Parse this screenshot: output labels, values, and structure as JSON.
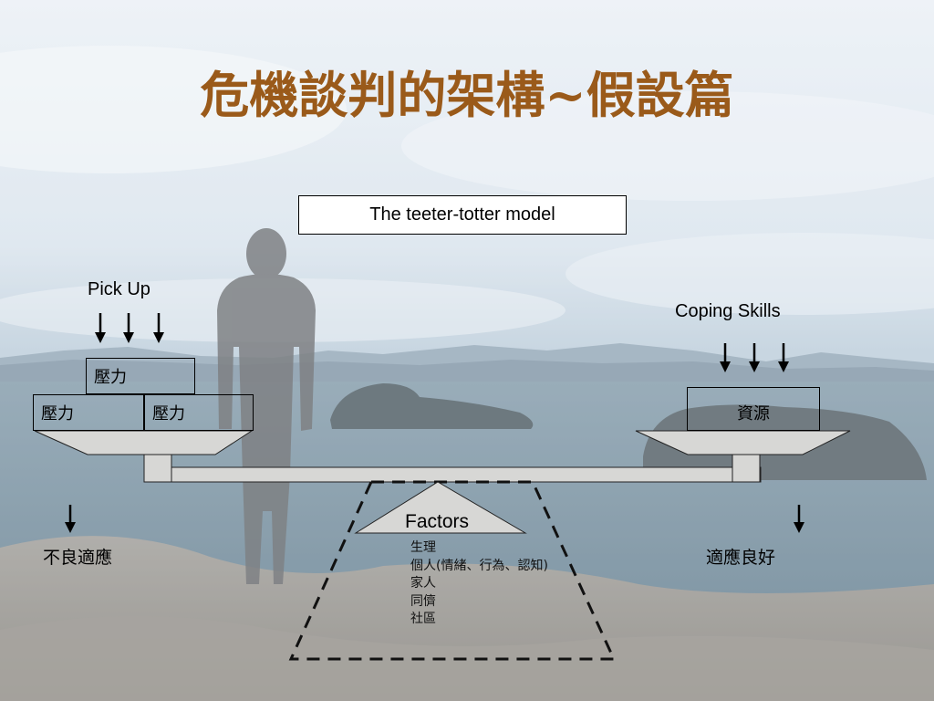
{
  "title": "危機談判的架構~假設篇",
  "model_label": "The teeter-totter model",
  "left": {
    "label": "Pick Up",
    "weights": [
      "壓力",
      "壓力",
      "壓力"
    ],
    "outcome": "不良適應"
  },
  "right": {
    "label": "Coping Skills",
    "weights": [
      "資源"
    ],
    "outcome": "適應良好"
  },
  "fulcrum": {
    "label": "Factors",
    "items": [
      "生理",
      "個人(情緒、行為、認知)",
      "家人",
      "同儕",
      "社區"
    ]
  },
  "colors": {
    "title": "#9a5a1a",
    "beam_fill": "#d7d7d5",
    "sky": "#c9d8e6",
    "sea": "#5d7a8c"
  }
}
